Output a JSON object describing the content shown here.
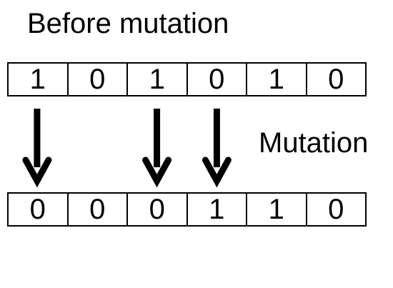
{
  "before": {
    "title": "Before mutation",
    "bits": [
      "1",
      "0",
      "1",
      "0",
      "1",
      "0"
    ]
  },
  "after": {
    "title": "After mutation",
    "bits": [
      "0",
      "0",
      "0",
      "1",
      "1",
      "0"
    ]
  },
  "mutation": {
    "label": "Mutation",
    "positions": [
      0,
      2,
      3
    ]
  }
}
